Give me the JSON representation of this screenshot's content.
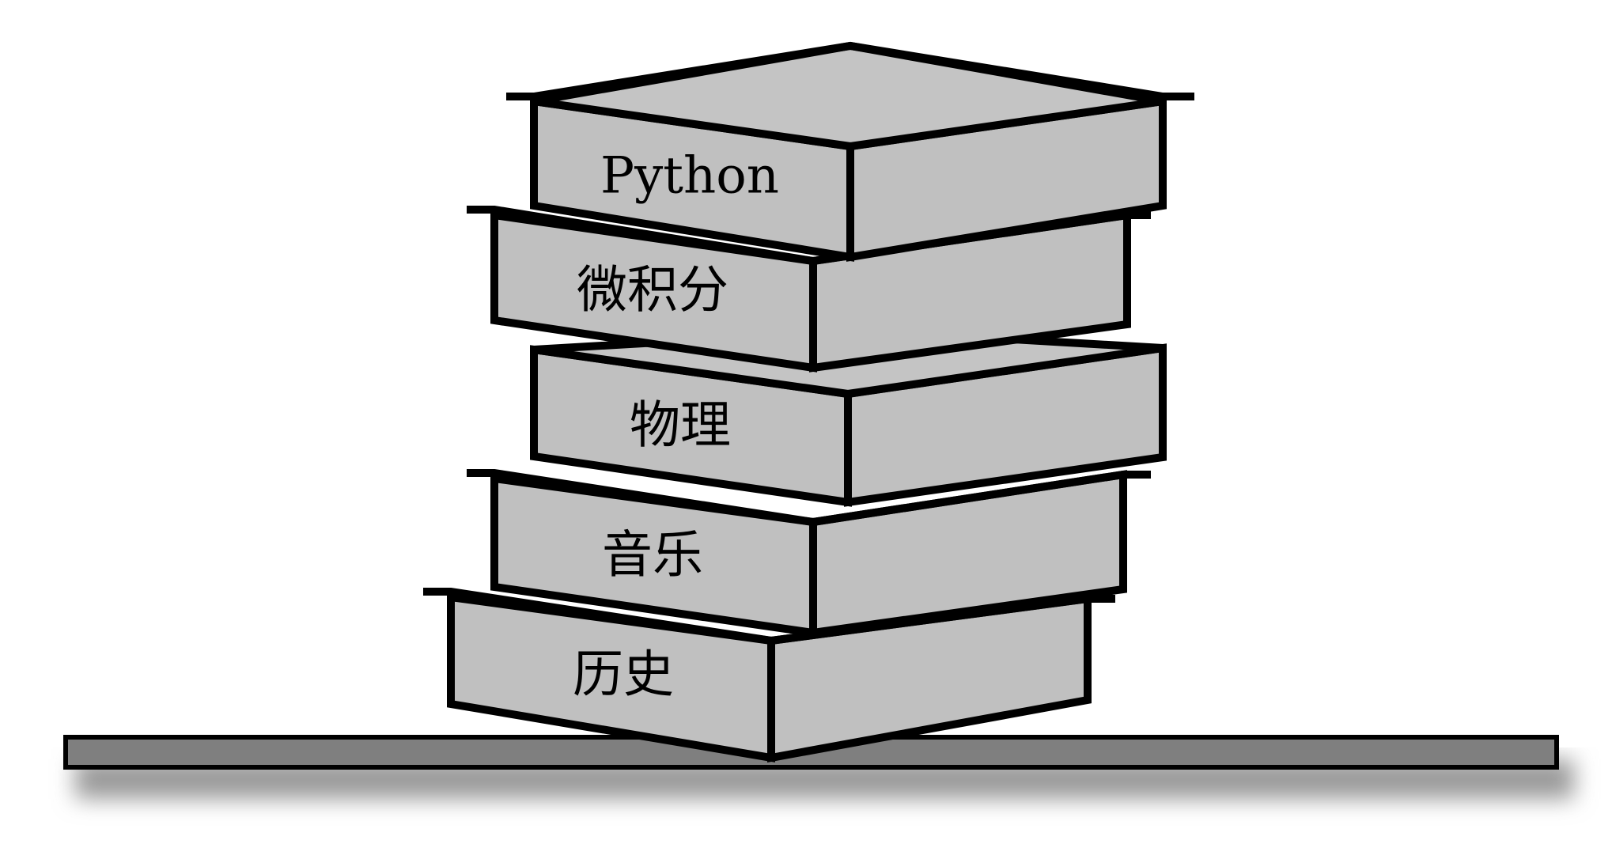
{
  "stack": {
    "books": [
      {
        "label": "Python"
      },
      {
        "label": "微积分"
      },
      {
        "label": "物理"
      },
      {
        "label": "音乐"
      },
      {
        "label": "历史"
      }
    ]
  },
  "colors": {
    "book_fill": "#c0c0c0",
    "outline": "#000000",
    "shelf_fill": "#7f7f7f",
    "shadow": "#8a8a8a"
  }
}
